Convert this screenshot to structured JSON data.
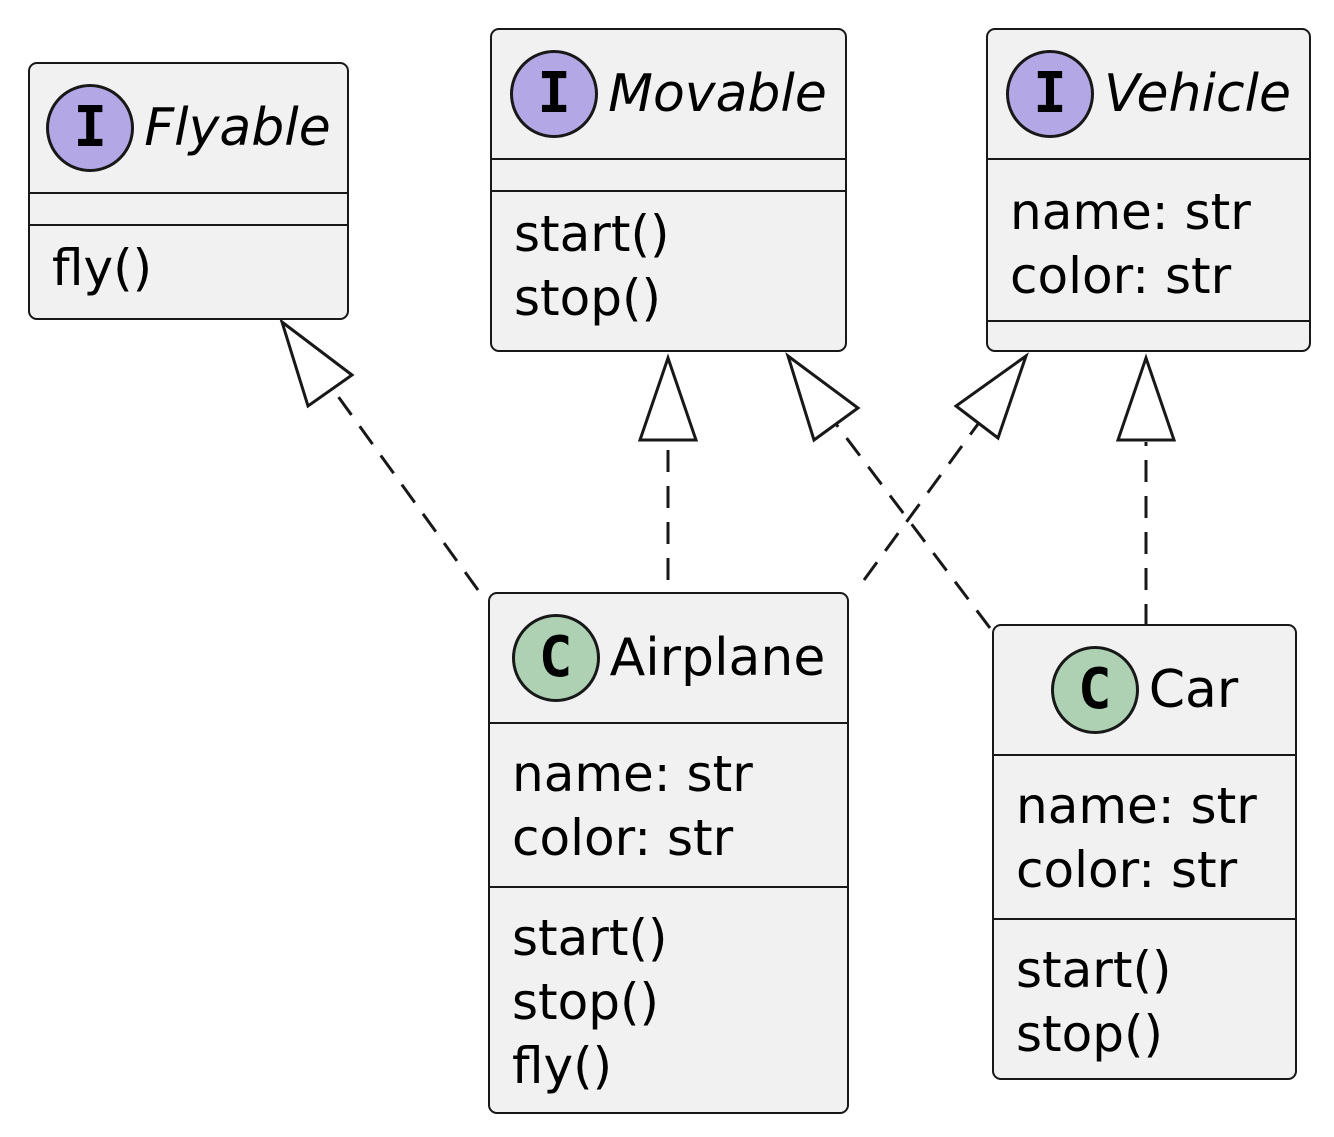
{
  "diagram": {
    "nodes": [
      {
        "id": "flyable",
        "kind": "interface",
        "stereotype": "I",
        "name": "Flyable",
        "attributes": [],
        "methods": [
          "fly()"
        ]
      },
      {
        "id": "movable",
        "kind": "interface",
        "stereotype": "I",
        "name": "Movable",
        "attributes": [],
        "methods": [
          "start()",
          "stop()"
        ]
      },
      {
        "id": "vehicle",
        "kind": "interface",
        "stereotype": "I",
        "name": "Vehicle",
        "attributes": [
          "name: str",
          "color: str"
        ],
        "methods": []
      },
      {
        "id": "airplane",
        "kind": "class",
        "stereotype": "C",
        "name": "Airplane",
        "attributes": [
          "name: str",
          "color: str"
        ],
        "methods": [
          "start()",
          "stop()",
          "fly()"
        ]
      },
      {
        "id": "car",
        "kind": "class",
        "stereotype": "C",
        "name": "Car",
        "attributes": [
          "name: str",
          "color: str"
        ],
        "methods": [
          "start()",
          "stop()"
        ]
      }
    ],
    "edges": [
      {
        "from": "airplane",
        "to": "flyable",
        "type": "realization"
      },
      {
        "from": "airplane",
        "to": "movable",
        "type": "realization"
      },
      {
        "from": "airplane",
        "to": "vehicle",
        "type": "realization"
      },
      {
        "from": "car",
        "to": "movable",
        "type": "realization"
      },
      {
        "from": "car",
        "to": "vehicle",
        "type": "realization"
      }
    ]
  }
}
